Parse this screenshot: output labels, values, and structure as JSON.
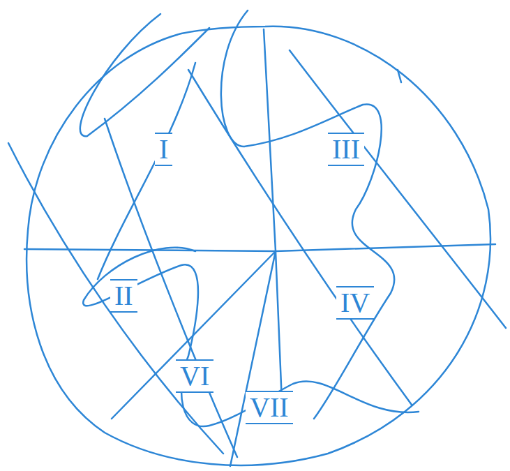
{
  "diagram": {
    "labels": [
      "I",
      "III",
      "II",
      "IV",
      "VI",
      "VII"
    ]
  }
}
